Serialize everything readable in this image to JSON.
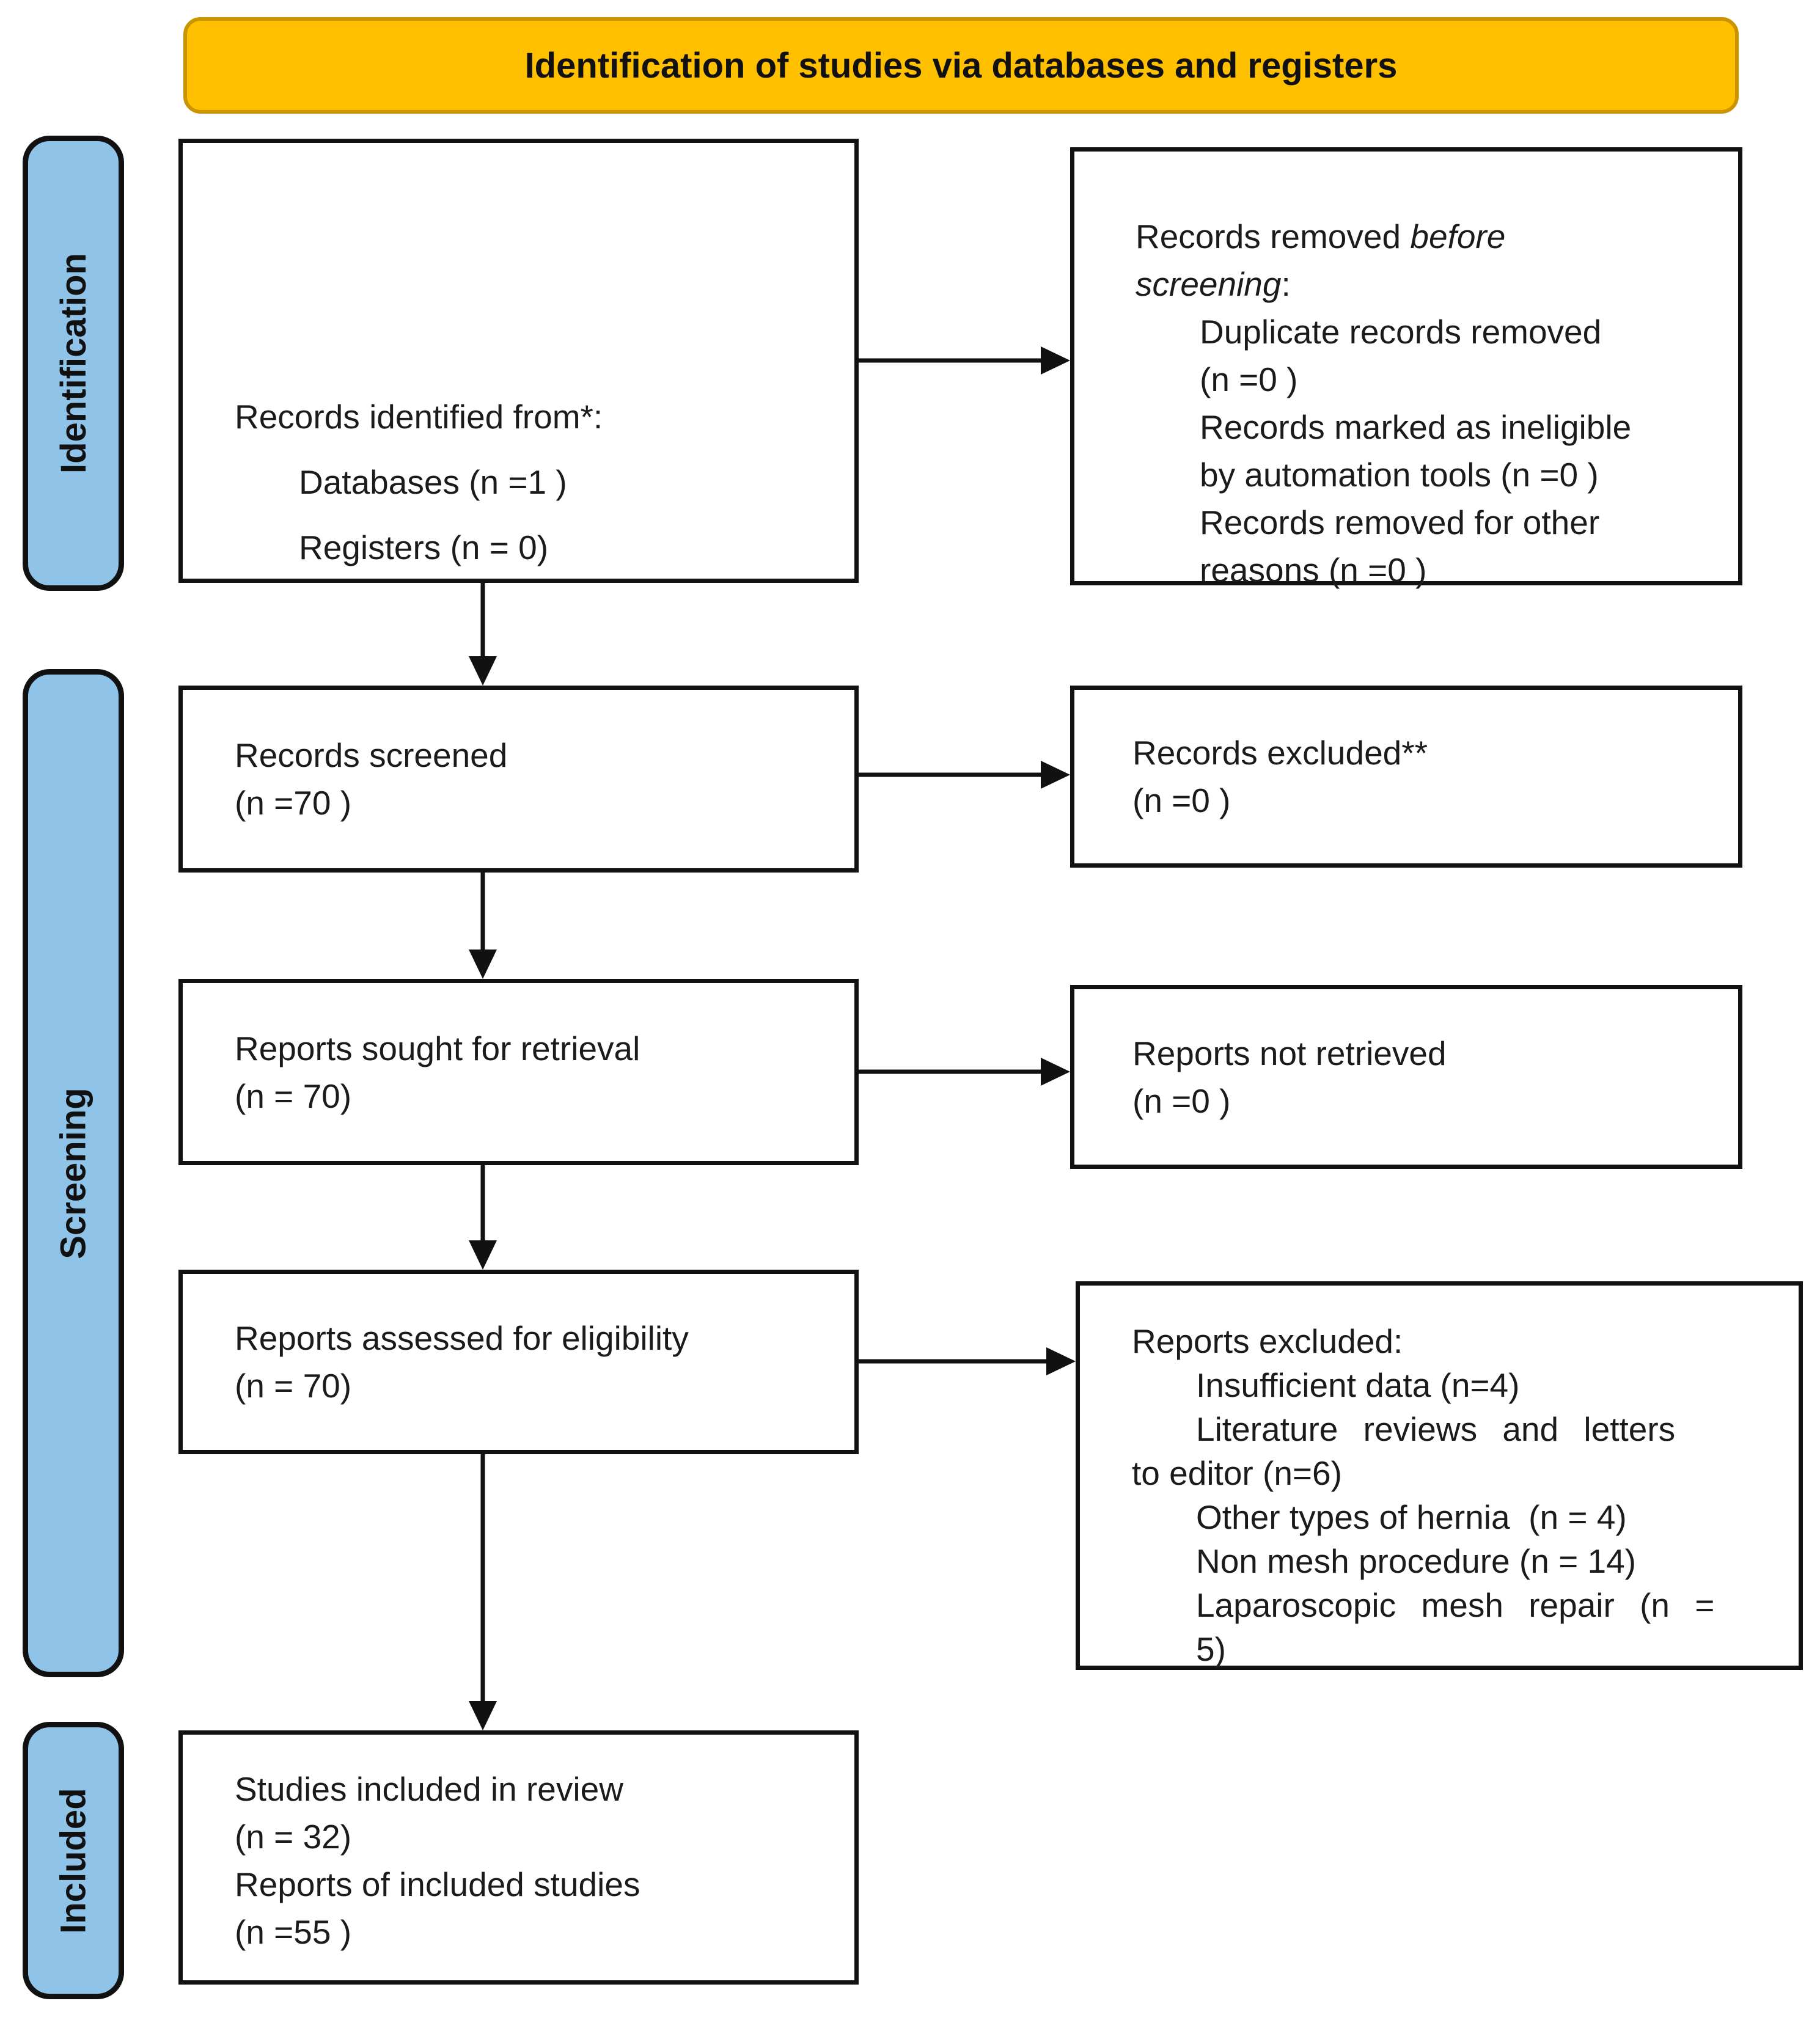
{
  "header": {
    "title": "Identification of studies via databases and registers"
  },
  "colors": {
    "banner_bg": "#FFC000",
    "banner_border": "#C99400",
    "sidebar_bg": "#8FC3E8",
    "box_border": "#111111",
    "arrow": "#111111"
  },
  "sidebar": {
    "identification": "Identification",
    "screening": "Screening",
    "included": "Included"
  },
  "boxes": {
    "identified": [
      {
        "indent": 0,
        "seg": [
          {
            "t": "Records identified from*:"
          }
        ]
      },
      {
        "indent": 1,
        "seg": [
          {
            "t": "Databases (n =1 )"
          }
        ]
      },
      {
        "indent": 1,
        "seg": [
          {
            "t": "Registers (n = 0)"
          }
        ]
      }
    ],
    "removed_before_screening": [
      {
        "indent": 0,
        "seg": [
          {
            "t": "Records removed "
          },
          {
            "t": "before",
            "i": true
          }
        ]
      },
      {
        "indent": 0,
        "seg": [
          {
            "t": "screening",
            "i": true
          },
          {
            "t": ":"
          }
        ]
      },
      {
        "indent": 1,
        "seg": [
          {
            "t": "Duplicate records removed"
          }
        ]
      },
      {
        "indent": 1,
        "seg": [
          {
            "t": "(n =0 )"
          }
        ]
      },
      {
        "indent": 1,
        "seg": [
          {
            "t": "Records marked as ineligible"
          }
        ]
      },
      {
        "indent": 1,
        "seg": [
          {
            "t": "by automation tools (n =0 )"
          }
        ]
      },
      {
        "indent": 1,
        "seg": [
          {
            "t": "Records removed for other"
          }
        ]
      },
      {
        "indent": 1,
        "seg": [
          {
            "t": "reasons (n =0 )"
          }
        ]
      }
    ],
    "screened": [
      {
        "indent": 0,
        "seg": [
          {
            "t": "Records screened"
          }
        ]
      },
      {
        "indent": 0,
        "seg": [
          {
            "t": "(n =70 )"
          }
        ]
      }
    ],
    "records_excluded": [
      {
        "indent": 0,
        "seg": [
          {
            "t": "Records excluded**"
          }
        ]
      },
      {
        "indent": 0,
        "seg": [
          {
            "t": "(n =0 )"
          }
        ]
      }
    ],
    "sought": [
      {
        "indent": 0,
        "seg": [
          {
            "t": "Reports sought for retrieval"
          }
        ]
      },
      {
        "indent": 0,
        "seg": [
          {
            "t": "(n = 70)"
          }
        ]
      }
    ],
    "not_retrieved": [
      {
        "indent": 0,
        "seg": [
          {
            "t": "Reports not retrieved"
          }
        ]
      },
      {
        "indent": 0,
        "seg": [
          {
            "t": "(n =0 )"
          }
        ]
      }
    ],
    "assessed": [
      {
        "indent": 0,
        "seg": [
          {
            "t": "Reports assessed for eligibility"
          }
        ]
      },
      {
        "indent": 0,
        "seg": [
          {
            "t": "(n = 70)"
          }
        ]
      }
    ],
    "reports_excluded": [
      {
        "indent": 0,
        "seg": [
          {
            "t": "Reports excluded:"
          }
        ]
      },
      {
        "indent": 1,
        "seg": [
          {
            "t": "Insufficient data (n=4)"
          }
        ]
      },
      {
        "indent": 1,
        "justify": true,
        "seg": [
          {
            "t": "Literature reviews and letters"
          }
        ]
      },
      {
        "indent": 0,
        "seg": [
          {
            "t": "to editor (n=6)"
          }
        ]
      },
      {
        "indent": 1,
        "seg": [
          {
            "t": "Other types of hernia  (n = 4)"
          }
        ]
      },
      {
        "indent": 1,
        "seg": [
          {
            "t": "Non mesh procedure (n = 14)"
          }
        ]
      },
      {
        "indent": 1,
        "justify": true,
        "seg": [
          {
            "t": "Laparoscopic mesh repair (n ="
          }
        ]
      },
      {
        "indent": 1,
        "seg": [
          {
            "t": "5)"
          }
        ]
      }
    ],
    "included": [
      {
        "indent": 0,
        "seg": [
          {
            "t": "Studies included in review"
          }
        ]
      },
      {
        "indent": 0,
        "seg": [
          {
            "t": "(n = 32)"
          }
        ]
      },
      {
        "indent": 0,
        "seg": [
          {
            "t": "Reports of included studies"
          }
        ]
      },
      {
        "indent": 0,
        "seg": [
          {
            "t": "(n =55 )"
          }
        ]
      }
    ]
  }
}
